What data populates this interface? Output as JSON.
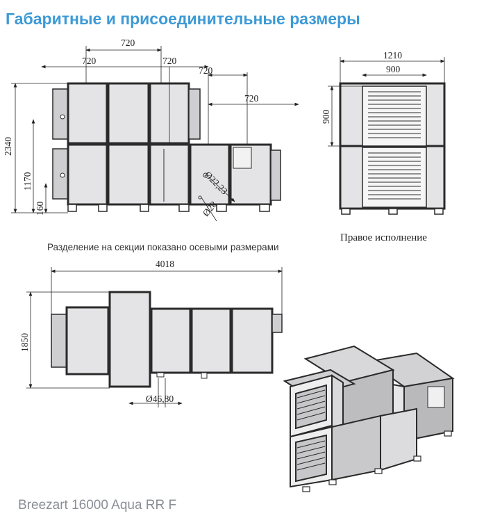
{
  "title": "Габаритные и присоединительные размеры",
  "footer": "Breezart 16000 Aqua RR F",
  "note": "Разделение на секции показано осевыми размерами",
  "side_label": "Правое исполнение",
  "dims": {
    "d_720_top": "720",
    "d_720_a": "720",
    "d_720_b": "720",
    "d_720_c": "720",
    "d_720_d": "720",
    "d_2340": "2340",
    "d_1170": "1170",
    "d_160": "160",
    "d_dia_22": "Ø22,23",
    "d_dia_28": "Ø28",
    "d_1210": "1210",
    "d_900_w": "900",
    "d_900_h": "900",
    "d_4018": "4018",
    "d_1850": "1850",
    "d_dia_46": "Ø46,80"
  },
  "colors": {
    "title": "#3d9ad6",
    "panel": "#e4e4e6",
    "frame": "#2a2a2a",
    "footer": "#8a8e95"
  }
}
